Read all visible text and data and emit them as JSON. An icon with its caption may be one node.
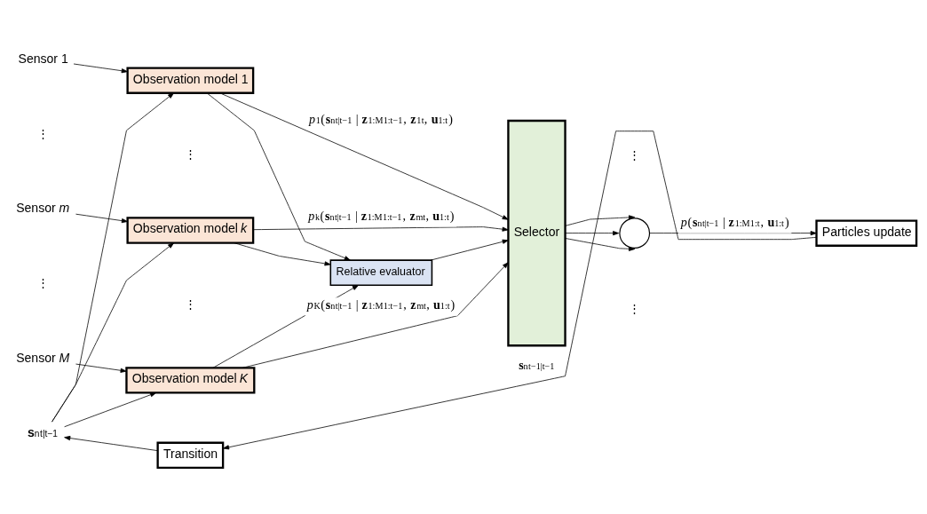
{
  "diagram": {
    "nodes": [
      {
        "text": [
          "Sensor 1"
        ]
      },
      {
        "text": [
          "Sensor *m*"
        ]
      },
      {
        "text": [
          "Sensor *M*"
        ]
      },
      {
        "text": [
          "Observation model 1"
        ]
      },
      {
        "text": [
          "Observation model *k*"
        ]
      },
      {
        "text": [
          "Observation model *K*"
        ]
      },
      {
        "text": [
          "Relative evaluator"
        ]
      },
      {
        "text": [
          "Selector"
        ]
      },
      {
        "text": [],
        "shape": "circle"
      },
      {
        "text": [
          "Particles update"
        ]
      },
      {
        "text": [
          "Transition"
        ]
      },
      {
        "text": [
          "**s**$^{n}$$_{t|t−1}$"
        ]
      }
    ],
    "edges": [
      {
        "from": 0,
        "to": 3,
        "arrow": "to"
      },
      {
        "from": 11,
        "to": 3,
        "arrow": "to"
      },
      {
        "from": 1,
        "to": 4,
        "arrow": "to"
      },
      {
        "from": 11,
        "to": 4,
        "arrow": "to"
      },
      {
        "from": 2,
        "to": 5,
        "arrow": "to"
      },
      {
        "from": 11,
        "to": 5,
        "arrow": "to"
      },
      {
        "from": 3,
        "to": 7,
        "arrow": "to",
        "label": "*p*$_{1}$(**s**$^{n}$$_{t|t−1}$ | **z**$^{1:M}$$_{1:t−1}$, **z**$^{1}$$_{t}$, **u**$_{1:t}$)"
      },
      {
        "from": 3,
        "to": 6,
        "arrow": "to"
      },
      {
        "from": 4,
        "to": 7,
        "arrow": "to",
        "label": "*p*$_{k}$(**s**$^{n}$$_{t|t−1}$ | **z**$^{1:M}$$_{1:t−1}$, **z**$^{m}$$_{t}$, **u**$_{1:t}$)"
      },
      {
        "from": 4,
        "to": 6,
        "arrow": "to"
      },
      {
        "from": 5,
        "to": 7,
        "arrow": "to",
        "label": "*p*$_{K}$(**s**$^{n}$$_{t|t−1}$ | **z**$^{1:M}$$_{1:t−1}$, **z**$^{m}$$_{t}$, **u**$_{1:t}$)"
      },
      {
        "from": 5,
        "to": 6,
        "arrow": "to"
      },
      {
        "from": 6,
        "to": 7,
        "arrow": "to"
      },
      {
        "from": 7,
        "to": 8,
        "arrow": "to"
      },
      {
        "from": 7,
        "to": 8,
        "arrow": "to"
      },
      {
        "from": 7,
        "to": 8,
        "arrow": "to"
      },
      {
        "from": 8,
        "to": 9,
        "arrow": "to",
        "label": "*p*(**s**$^{n}$$_{t|t−1}$ | **z**$^{1:M}$$_{1:t}$, **u**$_{1:t}$)"
      },
      {
        "from": 9,
        "to": 10,
        "arrow": "to",
        "label": "**s**$^{n}$$_{t−1|t−1}$"
      },
      {
        "from": 10,
        "to": 11,
        "arrow": "to"
      }
    ],
    "labels": [
      "⋮",
      "⋮",
      "⋮",
      "⋮",
      "⋮",
      "⋮"
    ]
  }
}
